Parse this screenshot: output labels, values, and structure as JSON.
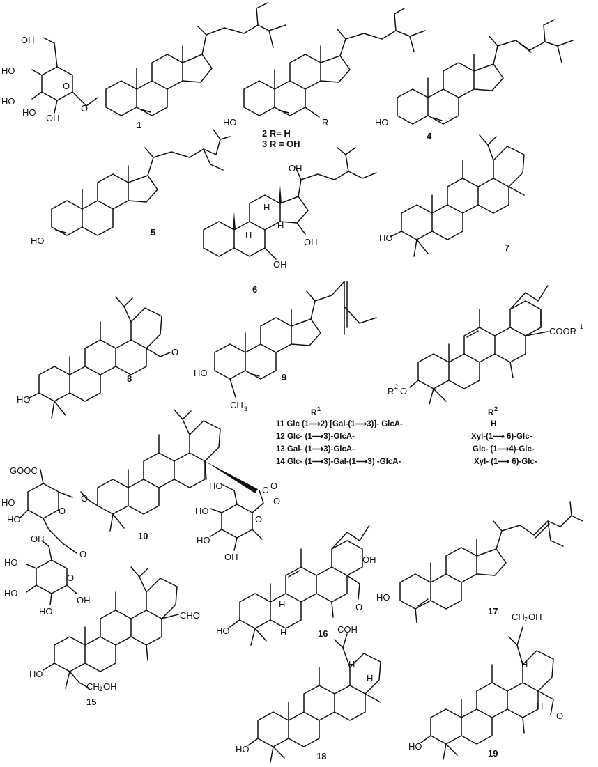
{
  "figure": {
    "compounds": [
      {
        "id": "1",
        "label": "1"
      },
      {
        "id": "2-3",
        "label": "2  R= H",
        "label2": "3  R = OH"
      },
      {
        "id": "4",
        "label": "4"
      },
      {
        "id": "5",
        "label": "5"
      },
      {
        "id": "6",
        "label": "6"
      },
      {
        "id": "7",
        "label": "7"
      },
      {
        "id": "8",
        "label": "8"
      },
      {
        "id": "9",
        "label": "9"
      },
      {
        "id": "10",
        "label": "10"
      },
      {
        "id": "15",
        "label": "15"
      },
      {
        "id": "16",
        "label": "16"
      },
      {
        "id": "17",
        "label": "17"
      },
      {
        "id": "18",
        "label": "18"
      },
      {
        "id": "19",
        "label": "19"
      }
    ],
    "atom_labels": {
      "OH": "OH",
      "HO": "HO",
      "O": "O",
      "R": "R",
      "H": "H",
      "CH3": "CH",
      "CH3_sub": "3",
      "COOR1": "COOR",
      "R1_sup": "1",
      "R2": "R",
      "R2_sup": "2",
      "COOH": "GOOC",
      "CO": "C",
      "OO": "O",
      "CHO": "CHO",
      "CH2OH": "CH",
      "CH2OH_tail": "OH",
      "COH": "COH",
      "CH2OH_top": "CH",
      "OH_top": "OH"
    },
    "substituent_table": {
      "header_r1": "R",
      "header_r1_sup": "1",
      "header_r2": "R",
      "header_r2_sup": "2",
      "rows": [
        {
          "r1": "11 Glc (1⟶2) [Gal-(1⟶3)]- GlcA-",
          "r2": "H"
        },
        {
          "r1": "12 Glc- (1⟶3)-GlcA-",
          "r2": "Xyl-(1⟶ 6)-Glc-"
        },
        {
          "r1": "13 Gal- (1⟶3)-GlcA-",
          "r2": "Glc- (1⟶4)-Glc-"
        },
        {
          "r1": "14 Glc- (1⟶3)-Gal-(1⟶3) -GlcA-",
          "r2": "Xyl- (1⟶ 6)-Glc-"
        }
      ]
    }
  }
}
